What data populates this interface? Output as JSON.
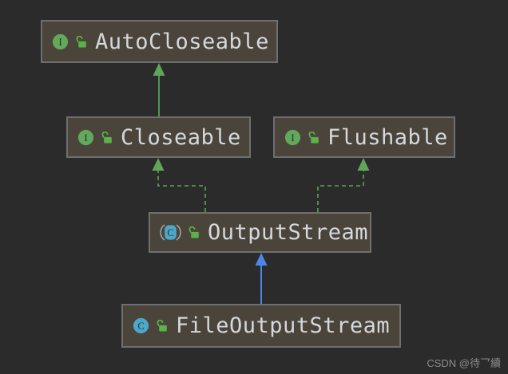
{
  "diagram": {
    "nodes": {
      "autocloseable": {
        "label": "AutoCloseable",
        "kind": "interface",
        "icon_letter": "I"
      },
      "closeable": {
        "label": "Closeable",
        "kind": "interface",
        "icon_letter": "I"
      },
      "flushable": {
        "label": "Flushable",
        "kind": "interface",
        "icon_letter": "I"
      },
      "outputstream": {
        "label": "OutputStream",
        "kind": "abstract-class",
        "icon_letter": "C"
      },
      "fileoutputstream": {
        "label": "FileOutputStream",
        "kind": "class",
        "icon_letter": "C"
      }
    },
    "edges": [
      {
        "from": "Closeable",
        "to": "AutoCloseable",
        "relation": "extends",
        "line": "solid",
        "color": "#5FA55A"
      },
      {
        "from": "OutputStream",
        "to": "Closeable",
        "relation": "implements",
        "line": "dashed",
        "color": "#5FA55A"
      },
      {
        "from": "OutputStream",
        "to": "Flushable",
        "relation": "implements",
        "line": "dashed",
        "color": "#5FA55A"
      },
      {
        "from": "FileOutputStream",
        "to": "OutputStream",
        "relation": "extends",
        "line": "solid",
        "color": "#4C87E8"
      }
    ]
  },
  "colors": {
    "background": "#2B2B2B",
    "node_fill": "#4A443B",
    "node_border": "#6F6F6F",
    "label_text": "#D5D8DC",
    "interface_icon_green": "#62A95C",
    "class_icon_teal": "#4BA8C9",
    "padlock_green": "#5DB148",
    "extends_arrow_green": "#5FA55A",
    "extends_arrow_blue": "#4C87E8"
  },
  "watermark": {
    "text": "CSDN @待乛續"
  }
}
